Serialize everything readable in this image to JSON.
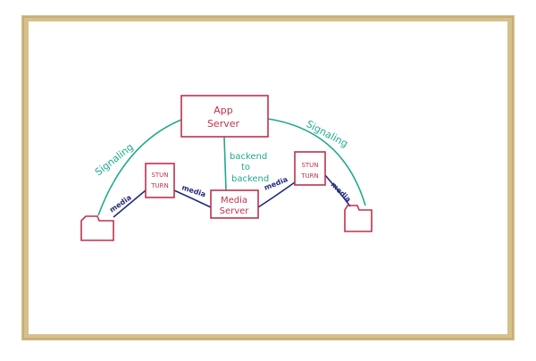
{
  "whiteboard": {
    "nodes": {
      "app_server": [
        "App",
        "Server"
      ],
      "media_server": [
        "Media",
        "Server"
      ],
      "stun_left": [
        "STUN",
        "TURN"
      ],
      "stun_right": [
        "STUN",
        "TURN"
      ]
    },
    "edge_labels": {
      "signaling_left": "Signaling",
      "signaling_right": "Signaling",
      "backend": [
        "backend",
        "to",
        "backend"
      ],
      "media_1": "media",
      "media_2": "media",
      "media_3": "media",
      "media_4": "media"
    }
  },
  "colors": {
    "frame": "#d6c08c",
    "board": "#ffffff",
    "red_marker": "#c0314b",
    "green_marker": "#1faa8c",
    "blue_marker": "#222a7a"
  }
}
